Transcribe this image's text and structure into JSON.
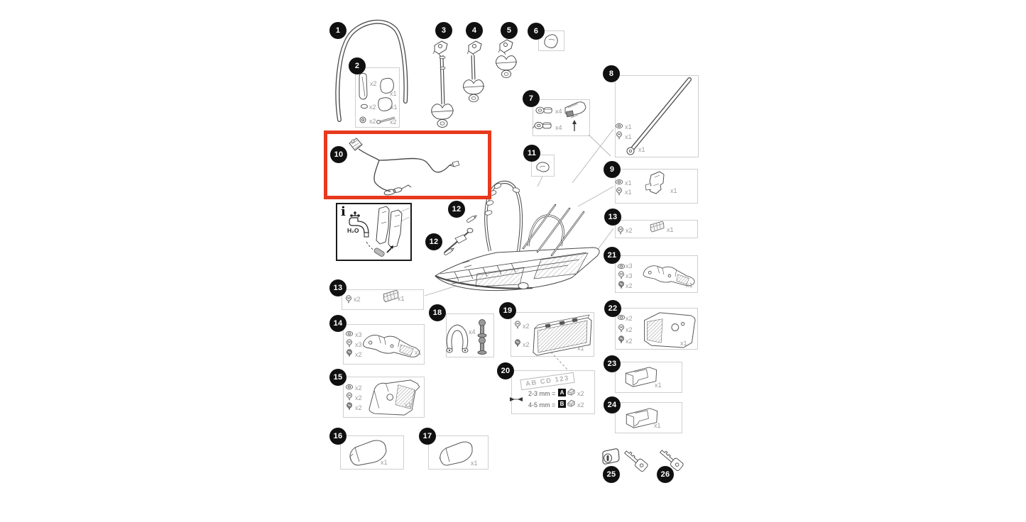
{
  "diagram": {
    "type": "exploded-parts-diagram",
    "highlighted_part": "10",
    "highlight_color": "#e8391d",
    "line_art_color": "#4a4a4a",
    "box_border_color": "#cfcfcf",
    "badge_bg": "#101010",
    "badge_fg": "#ffffff"
  },
  "badges": {
    "b1": "1",
    "b2": "2",
    "b3": "3",
    "b4": "4",
    "b5": "5",
    "b6": "6",
    "b7": "7",
    "b8": "8",
    "b9": "9",
    "b10": "10",
    "b11": "11",
    "b12a": "12",
    "b12b": "12",
    "b13a": "13",
    "b13b": "13",
    "b14": "14",
    "b15": "15",
    "b16": "16",
    "b17": "17",
    "b18": "18",
    "b19": "19",
    "b20": "20",
    "b21": "21",
    "b22": "22",
    "b23": "23",
    "b24": "24",
    "b25": "25",
    "b26": "26"
  },
  "quantities": {
    "p2_strap": "x2",
    "p2_pad1": "x1",
    "p2_oval": "x2",
    "p2_pad2": "x1",
    "p2_ring": "x2",
    "p2_bolt": "x2",
    "p7_top": "x4",
    "p7_bottom": "x4",
    "p8_nut": "x1",
    "p8_screw": "x1",
    "p8_rod": "x1",
    "p9_nut": "x1",
    "p9_screw": "x1",
    "p9_part": "x1",
    "p13a_screw": "x2",
    "p13a_part": "x1",
    "p13b_screw": "x2",
    "p13b_part": "x1",
    "p14_nut": "x3",
    "p14_screw": "x3",
    "p14_bolt": "x2",
    "p14_part": "x1",
    "p15_nut": "x2",
    "p15_screw": "x2",
    "p15_bolt": "x2",
    "p15_part": "x1",
    "p16_part": "x1",
    "p17_part": "x1",
    "p18_clamp": "x4",
    "p19_screw1": "x2",
    "p19_screw2": "x2",
    "p19_part": "x1",
    "p21_nut": "x3",
    "p21_screw": "x3",
    "p21_bolt": "x2",
    "p21_part": "x1",
    "p22_nut": "x2",
    "p22_screw": "x2",
    "p22_bolt": "x2",
    "p22_part": "x1",
    "p23_part": "x1",
    "p24_part": "x1"
  },
  "info_box": {
    "icon_label": "i",
    "water_label": "H₂O"
  },
  "plate_box": {
    "plate_text": "AB CD 123",
    "row_a_label": "2-3 mm =",
    "row_a_key": "A",
    "row_a_qty": "x2",
    "row_b_label": "4-5 mm =",
    "row_b_key": "B",
    "row_b_qty": "x2"
  }
}
